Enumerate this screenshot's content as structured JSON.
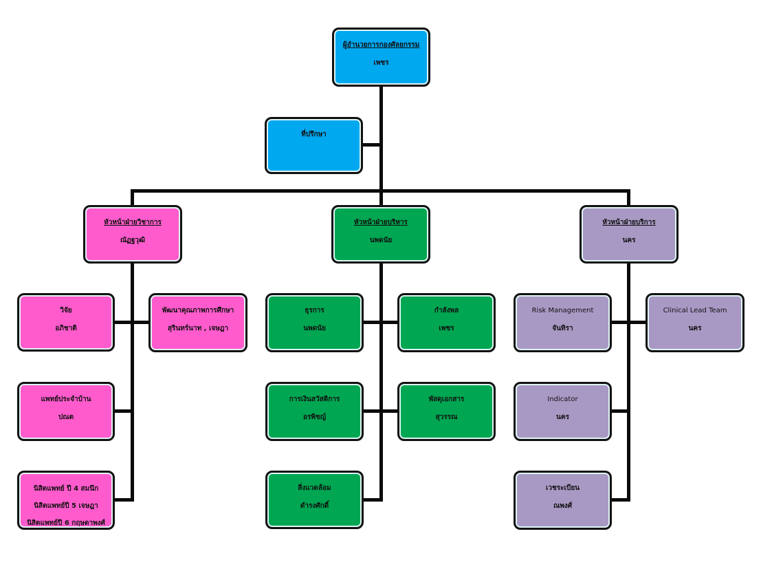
{
  "director": {
    "title": "ผู้อำนวยการกองศัลยกรรม",
    "name": "เพชร"
  },
  "advisor": {
    "title": "ที่ปรึกษา"
  },
  "academic": {
    "head": {
      "title": "หัวหน้าฝ่ายวิชาการ",
      "name": "ณัฏฐวุฒิ"
    },
    "units": [
      {
        "title": "วิจัย",
        "name": "อภิชาติ"
      },
      {
        "title": "พัฒนาคุณภาพการศึกษา",
        "name": "สุรินทร์นาท , เจษฎา"
      },
      {
        "title": "แพทย์ประจำบ้าน",
        "name": "ปณต"
      },
      {
        "lines": [
          "นิสิตแพทย์ ปี 4 สมนึก",
          "นิสิตแพทย์ปี 5 เจษฎา",
          "นิสิตแพทย์ปี 6 กฤษดาพงศ์"
        ]
      }
    ]
  },
  "administration": {
    "head": {
      "title": "หัวหน้าฝ่ายบริหาร",
      "name": "นพดนัย"
    },
    "units": [
      {
        "title": "ธุรการ",
        "name": "นพดนัย"
      },
      {
        "title": "กำลังพล",
        "name": "เพชร"
      },
      {
        "title": "การเงินสวัสดิการ",
        "name": "อรพิชญ์"
      },
      {
        "title": "พัสดุเอกสาร",
        "name": "สุวรรณ"
      },
      {
        "title": "สิ่งแวดล้อม",
        "name": "ดำรงศักดิ์"
      }
    ]
  },
  "services": {
    "head": {
      "title": "หัวหน้าฝ่ายบริการ",
      "name": "นคร"
    },
    "units": [
      {
        "title": "Risk Management",
        "name": "จันทิรา"
      },
      {
        "title": "Clinical Lead Team",
        "name": "นคร"
      },
      {
        "title": "Indicator",
        "name": "นคร"
      },
      {
        "title": "เวชระเบียน",
        "name": "ณพงศ์"
      }
    ]
  },
  "colors": {
    "director": "#00a8f0",
    "academic": "#ff5bcd",
    "administration": "#00a651",
    "services": "#a899c4"
  }
}
